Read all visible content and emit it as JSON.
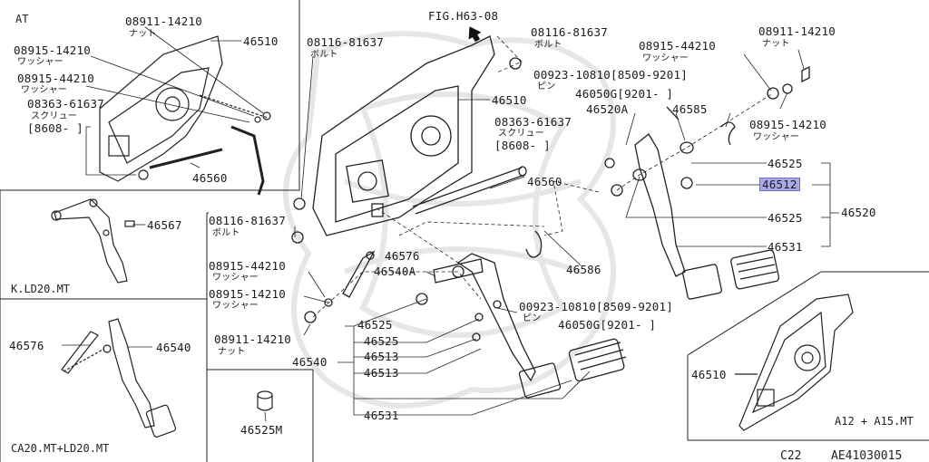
{
  "diagram": {
    "fig_ref": "FIG.H63-08",
    "footer_left": "C22",
    "footer_right": "AE41030015",
    "insets": {
      "at": "AT",
      "kld20": "K.LD20.MT",
      "ca20": "CA20.MT+LD20.MT",
      "a12": "A12 + A15.MT"
    },
    "parts": {
      "p46510_at": "46510",
      "p08911_at": "08911-14210",
      "nut_at": "ナット",
      "p08915a_at": "08915-14210",
      "washer_a_at": "ワッシャー",
      "p08915b_at": "08915-44210",
      "washer_b_at": "ワッシャー",
      "p08363_at": "08363-61637",
      "screw_at": "スクリュー",
      "range_at": "[8608-   ]",
      "p46560_at": "46560",
      "p46567": "46567",
      "p46576_ca": "46576",
      "p46540_ca": "46540",
      "p46525m": "46525M",
      "p08116_top": "08116-81637",
      "bolt_top": "ボルト",
      "p08116_left": "08116-81637",
      "bolt_left": "ボルト",
      "p08116_mid": "08116-81637",
      "bolt_mid": "ボルト",
      "p46510_main": "46510",
      "p08363_main": "08363-61637",
      "screw_main": "スクリュー",
      "range_main": "[8608-   ]",
      "p46560_main": "46560",
      "p08915_44210_mid": "08915-44210",
      "washer_mid1": "ワッシャー",
      "p08915_14210_mid": "08915-14210",
      "washer_mid2": "ワッシャー",
      "p08911_mid": "08911-14210",
      "nut_mid": "ナット",
      "p46576_mid": "46576",
      "p46540a": "46540A",
      "p46586": "46586",
      "p00923_low": "00923-10810[8509-9201]",
      "pin_low": "ピン",
      "p46050g_low": "46050G[9201-    ]",
      "p46525_a": "46525",
      "p46525_b": "46525",
      "p46513_a": "46513",
      "p46513_b": "46513",
      "p46540": "46540",
      "p46531_low": "46531",
      "p00923_top": "00923-10810[8509-9201]",
      "pin_top": "ピン",
      "p46050g_top": "46050G[9201-    ]",
      "p46520a": "46520A",
      "p46585": "46585",
      "p08915_44210_right": "08915-44210",
      "washer_r1": "ワッシャー",
      "p08911_right": "08911-14210",
      "nut_right": "ナット",
      "p08915_14210_right": "08915-14210",
      "washer_r2": "ワッシャー",
      "p46525_r1": "46525",
      "p46512": "46512",
      "p46525_r2": "46525",
      "p46520": "46520",
      "p46531_right": "46531",
      "p46510_a12": "46510"
    },
    "colors": {
      "line": "#222222",
      "highlight": "#a9a9e6",
      "watermark": "#e4e4e4"
    }
  }
}
